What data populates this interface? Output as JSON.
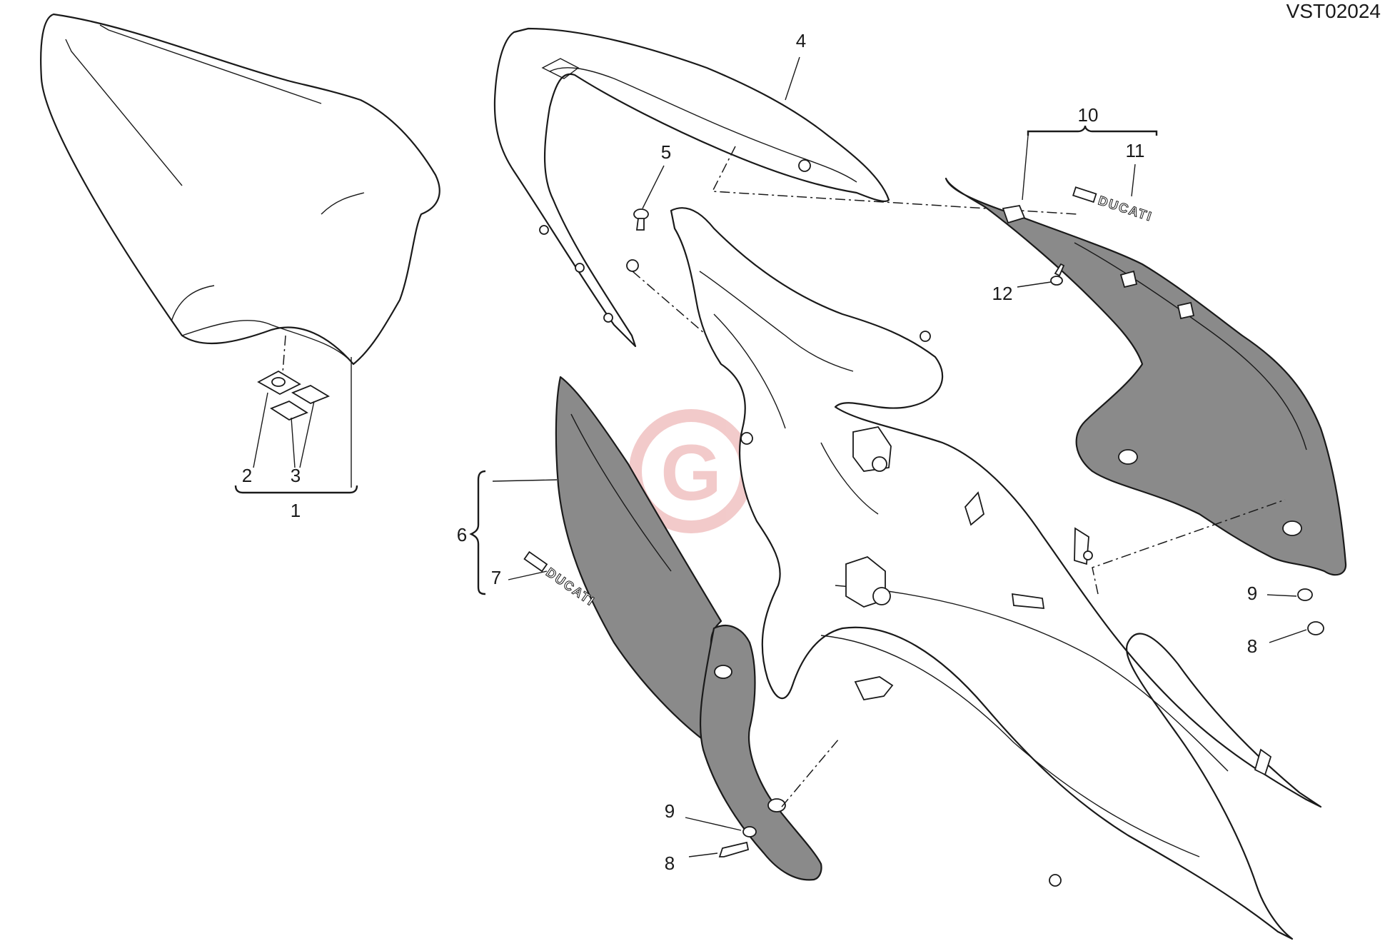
{
  "diagram": {
    "drawing_code": "VST02024",
    "watermark_letter": "G",
    "callouts": [
      {
        "id": "1",
        "label": "1"
      },
      {
        "id": "2",
        "label": "2"
      },
      {
        "id": "3",
        "label": "3"
      },
      {
        "id": "4",
        "label": "4"
      },
      {
        "id": "5",
        "label": "5"
      },
      {
        "id": "6",
        "label": "6"
      },
      {
        "id": "7",
        "label": "7"
      },
      {
        "id": "8a",
        "label": "8"
      },
      {
        "id": "8b",
        "label": "8"
      },
      {
        "id": "9a",
        "label": "9"
      },
      {
        "id": "9b",
        "label": "9"
      },
      {
        "id": "10",
        "label": "10"
      },
      {
        "id": "11",
        "label": "11"
      },
      {
        "id": "12",
        "label": "12"
      }
    ],
    "decals": {
      "left": "DUCATI",
      "right": "DUCATI"
    },
    "colors": {
      "panel_fill": "#8a8a8a",
      "line": "#1a1a1a",
      "watermark": "#e8a0a0"
    }
  }
}
